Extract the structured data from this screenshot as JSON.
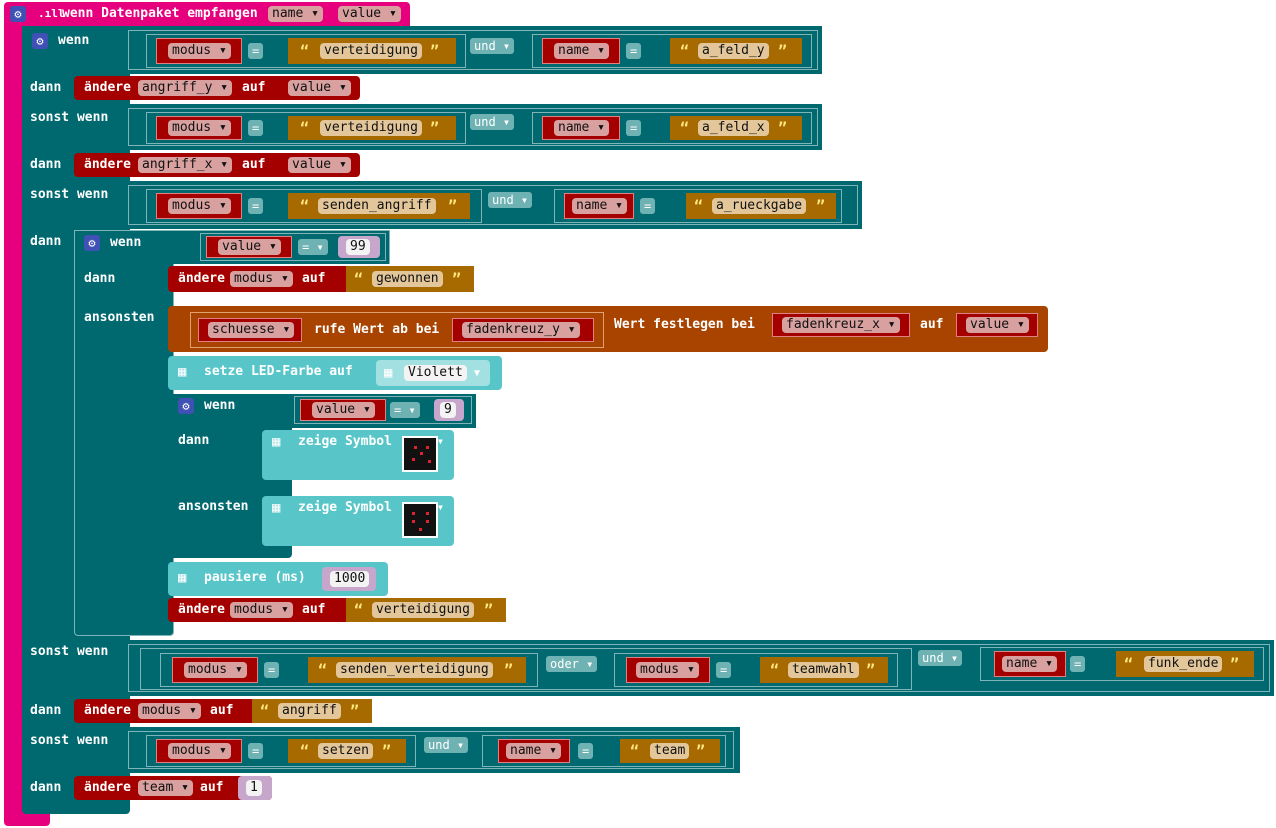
{
  "header": {
    "title": "wenn Datenpaket empfangen",
    "param1": "name",
    "param2": "value"
  },
  "kw": {
    "wenn": "wenn",
    "dann": "dann",
    "sonst_wenn": "sonst wenn",
    "ansonsten": "ansonsten",
    "und": "und",
    "oder": "oder",
    "eq": "=",
    "aendere": "ändere",
    "auf": "auf",
    "rufe_wert": "rufe Wert ab bei",
    "wert_festlegen": "Wert festlegen bei",
    "setze_led": "setze LED-Farbe auf",
    "zeige_symbol": "zeige Symbol",
    "pausiere": "pausiere (ms)"
  },
  "vars": {
    "modus": "modus",
    "name": "name",
    "value": "value",
    "angriff_y": "angriff_y",
    "angriff_x": "angriff_x",
    "team": "team",
    "schuesse": "schuesse",
    "fadenkreuz_y": "fadenkreuz_y",
    "fadenkreuz_x": "fadenkreuz_x"
  },
  "strings": {
    "verteidigung": "verteidigung",
    "a_feld_y": "a_feld_y",
    "a_feld_x": "a_feld_x",
    "senden_angriff": "senden_angriff",
    "a_rueckgabe": "a_rueckgabe",
    "gewonnen": "gewonnen",
    "senden_verteidigung": "senden_verteidigung",
    "teamwahl": "teamwahl",
    "funk_ende": "funk_ende",
    "angriff": "angriff",
    "setzen": "setzen",
    "team": "team"
  },
  "numbers": {
    "n99": "99",
    "n9": "9",
    "n1000": "1000",
    "n1": "1"
  },
  "color_option": "Violett",
  "icons": {
    "gear": "gear-icon",
    "signal": "signal-icon",
    "grid": "led-grid-icon",
    "dropdown": "chevron-down-icon"
  },
  "colors": {
    "event": "#e6007e",
    "logic": "#006970",
    "variables": "#a50000",
    "text": "#a66a00",
    "advanced": "#a84400",
    "led": "#58c6c9"
  }
}
